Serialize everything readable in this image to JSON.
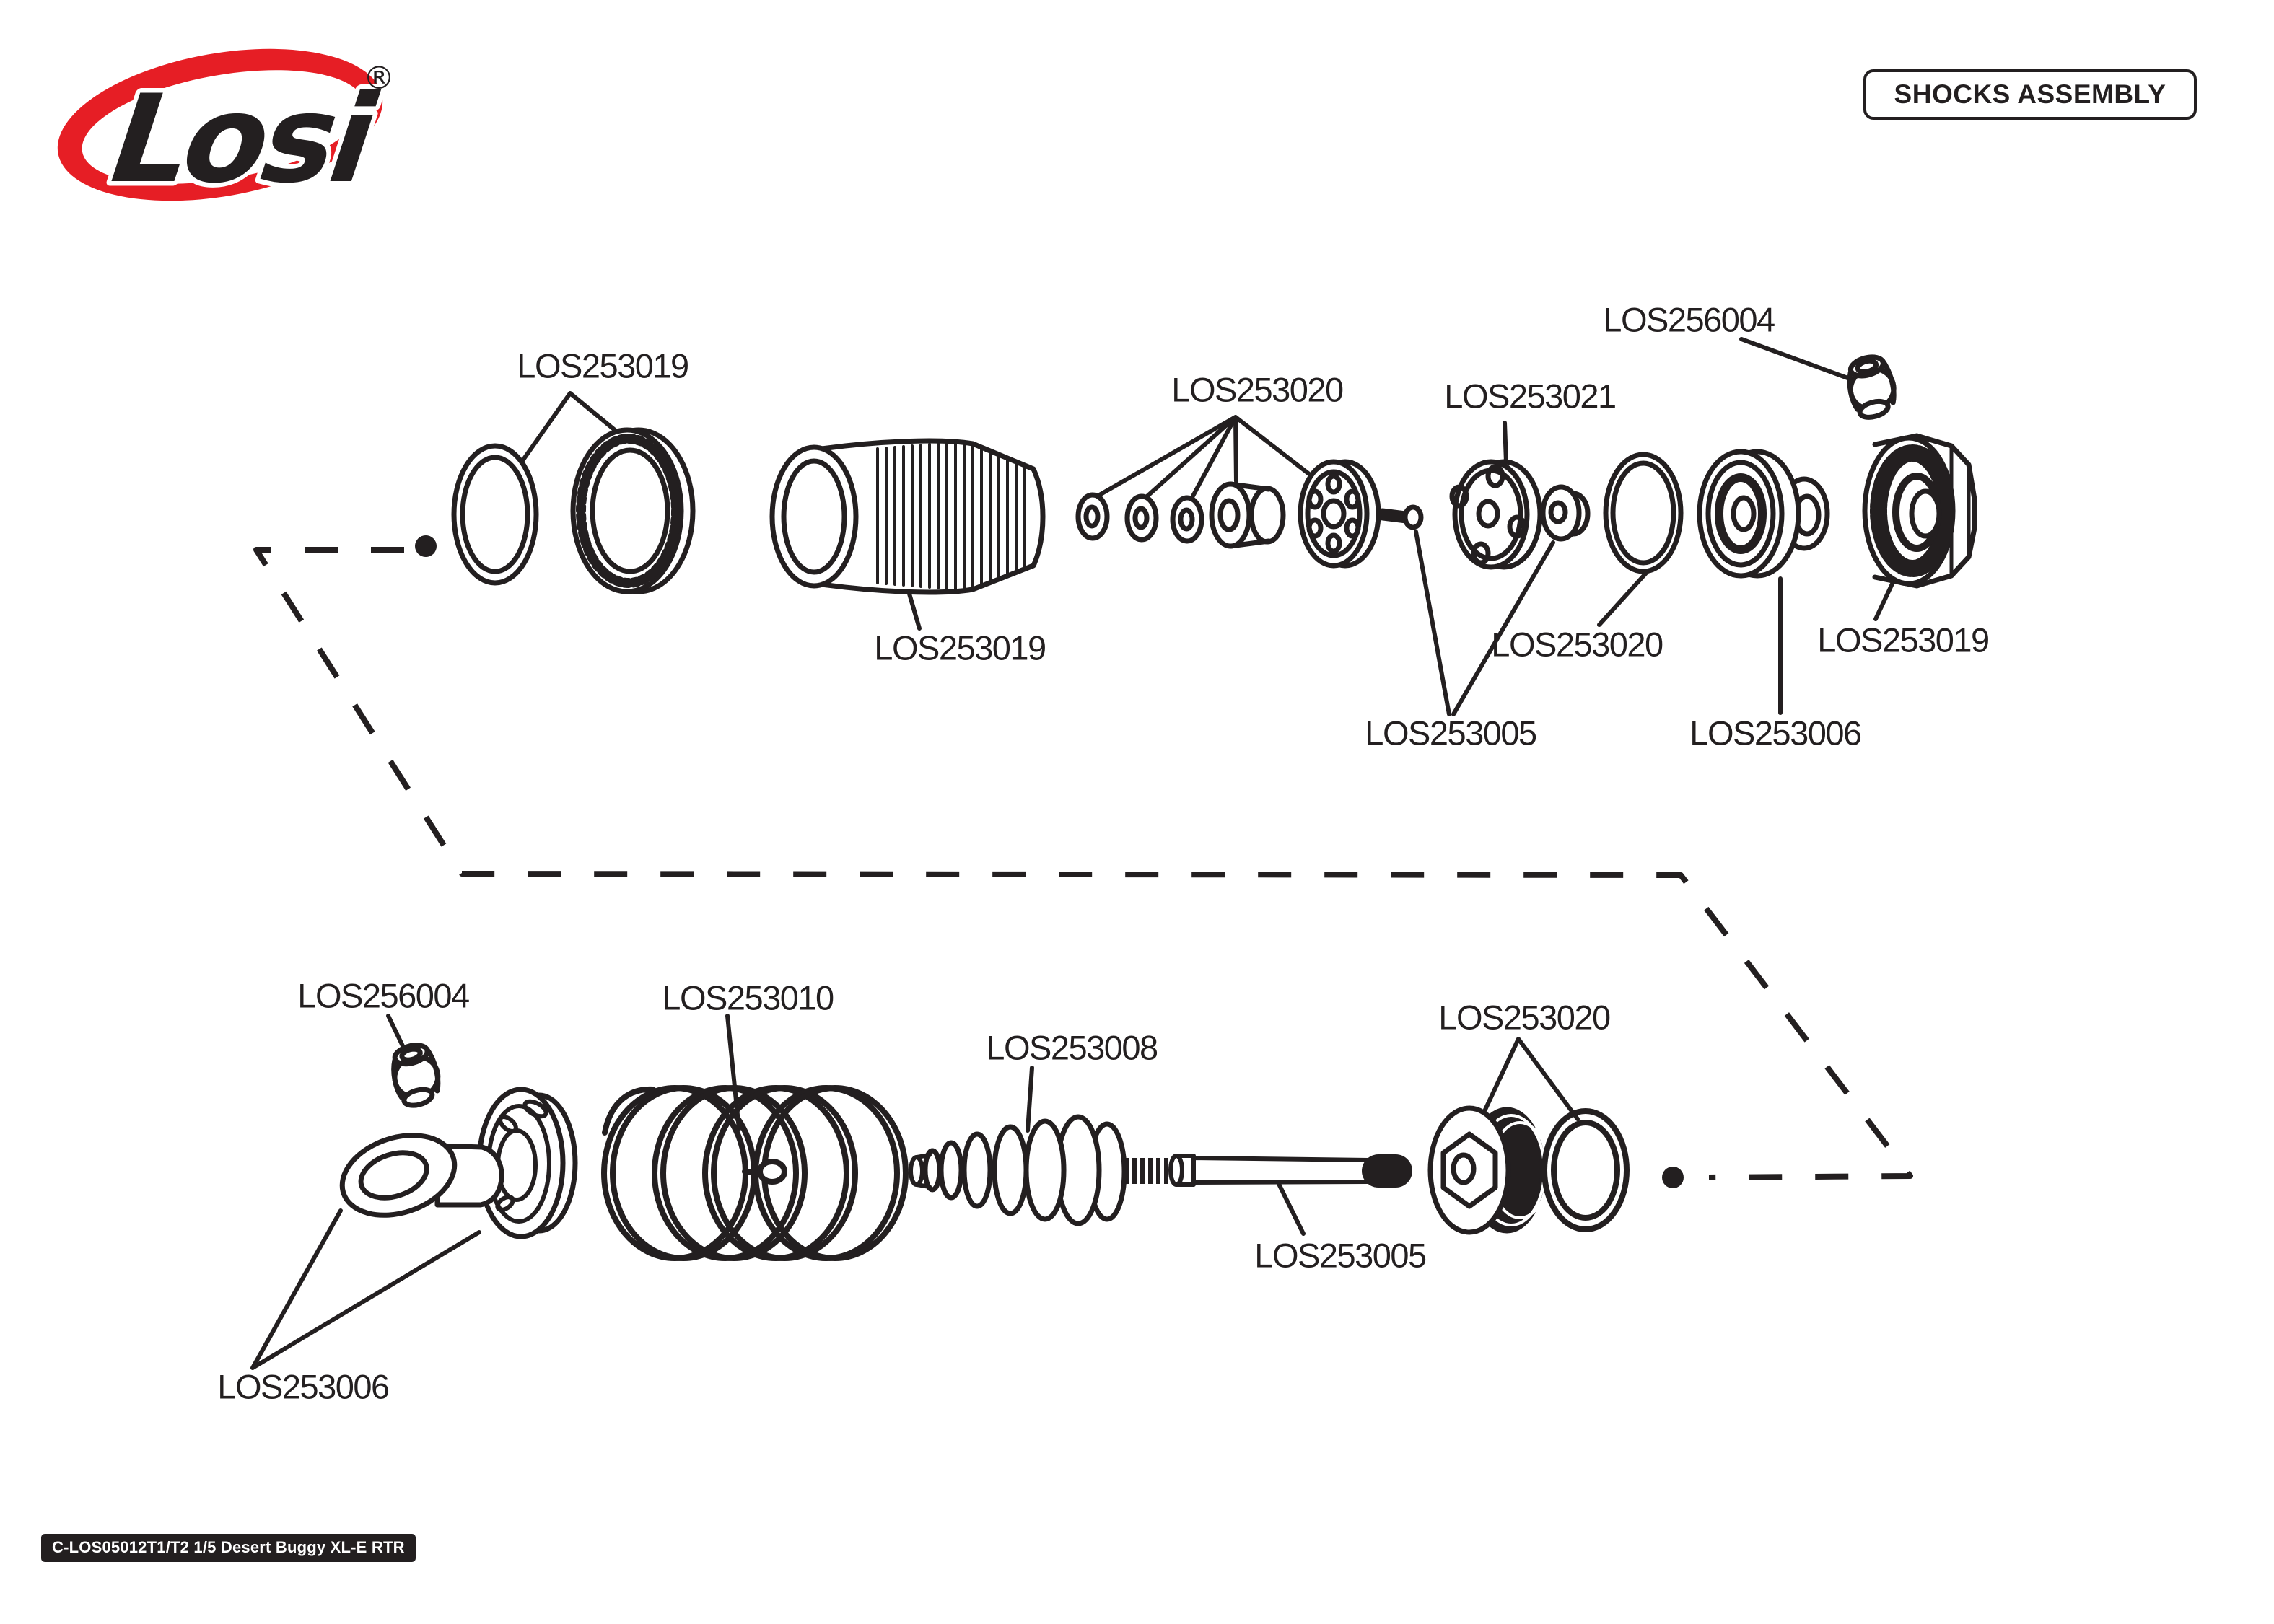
{
  "header": {
    "brand": "Losi",
    "registered_mark": "®",
    "title": "SHOCKS ASSEMBLY"
  },
  "footer": {
    "doc_code": "C-LOS05012T1/T2 1/5 Desert Buggy XL-E RTR"
  },
  "colors": {
    "ink": "#231f20",
    "brand_red": "#e61e25",
    "background": "#ffffff"
  },
  "diagram": {
    "labels": [
      {
        "id": "los253019-rings",
        "text": "LOS253019"
      },
      {
        "id": "los253019-body",
        "text": "LOS253019"
      },
      {
        "id": "los253020-washers",
        "text": "LOS253020"
      },
      {
        "id": "los253021-piston",
        "text": "LOS253021"
      },
      {
        "id": "los256004-top",
        "text": "LOS256004"
      },
      {
        "id": "los253020-top-right",
        "text": "LOS253020"
      },
      {
        "id": "los253019-cap",
        "text": "LOS253019"
      },
      {
        "id": "los253005-top",
        "text": "LOS253005"
      },
      {
        "id": "los253006-top",
        "text": "LOS253006"
      },
      {
        "id": "los256004-bottom",
        "text": "LOS256004"
      },
      {
        "id": "los253010-spring",
        "text": "LOS253010"
      },
      {
        "id": "los253008-boot",
        "text": "LOS253008"
      },
      {
        "id": "los253020-bottom",
        "text": "LOS253020"
      },
      {
        "id": "los253005-bottom",
        "text": "LOS253005"
      },
      {
        "id": "los253006-bottom",
        "text": "LOS253006"
      }
    ]
  }
}
